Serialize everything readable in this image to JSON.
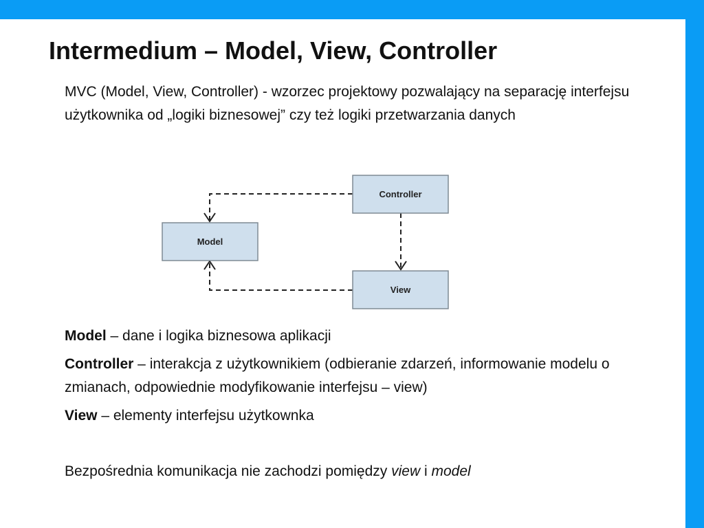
{
  "slide": {
    "title": "Intermedium – Model, View, Controller",
    "intro": "MVC (Model, View, Controller) - wzorzec projektowy pozwalający na separację interfejsu użytkownika od „logiki biznesowej” czy też logiki przetwarzania danych"
  },
  "diagram": {
    "controller": "Controller",
    "model": "Model",
    "view": "View"
  },
  "definitions": {
    "model": {
      "term": "Model",
      "text": " – dane i logika biznesowa aplikacji"
    },
    "controller": {
      "term": "Controller",
      "text": " – interakcja z użytkownikiem (odbieranie zdarzeń, informowanie modelu o zmianach, odpowiednie modyfikowanie interfejsu – view)"
    },
    "view": {
      "term": "View",
      "text": " – elementy interfejsu użytkownka"
    }
  },
  "note": {
    "prefix": "Bezpośrednia komunikacja nie zachodzi pomiędzy ",
    "view": "view",
    "conjunction": " i ",
    "model": "model"
  },
  "colors": {
    "accent_bar": "#0a9cf5",
    "diagram_box_fill": "#cfdfed"
  }
}
